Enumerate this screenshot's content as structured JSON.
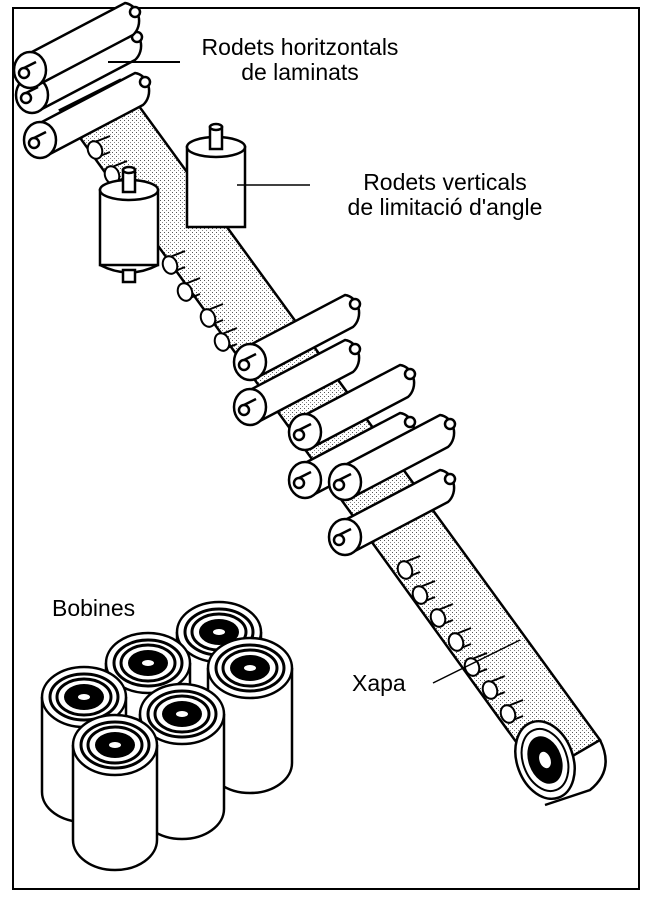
{
  "figure": {
    "labels": {
      "horizontal_rollers": [
        "Rodets horitzontals",
        "de laminats"
      ],
      "vertical_rollers": [
        "Rodets verticals",
        "de limitació d'angle"
      ],
      "coils": "Bobines",
      "sheet": "Xapa"
    },
    "colors": {
      "line": "#000000",
      "sheet_fill": "#d9d9d9",
      "background": "#ffffff"
    }
  }
}
